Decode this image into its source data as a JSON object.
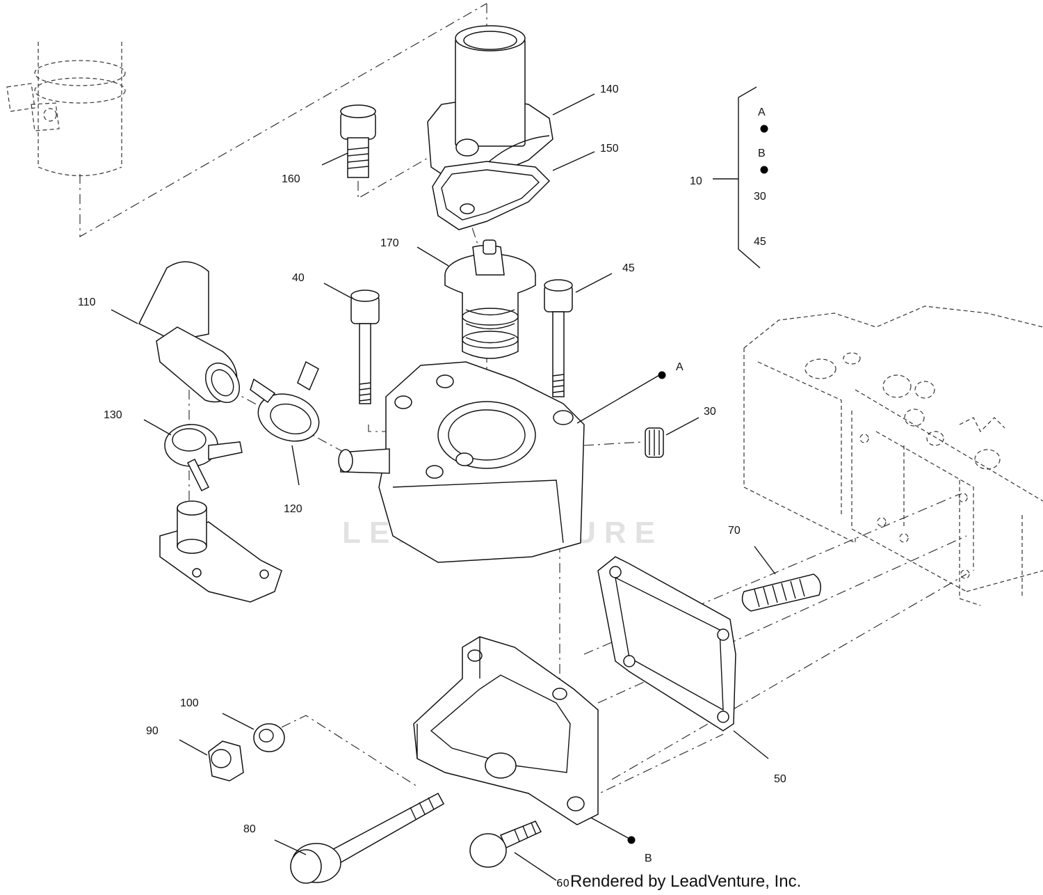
{
  "watermark": "LEADVENTURE",
  "footer": {
    "page_number": "60",
    "credit": "Rendered by LeadVenture, Inc."
  },
  "legend": {
    "label": "10",
    "items": [
      {
        "text": "A",
        "has_dot": true
      },
      {
        "text": "B",
        "has_dot": true
      },
      {
        "text": "30",
        "has_dot": false
      },
      {
        "text": "45",
        "has_dot": false
      }
    ]
  },
  "callouts": {
    "c140": "140",
    "c150": "150",
    "c160": "160",
    "c170": "170",
    "c40": "40",
    "c45": "45",
    "c110": "110",
    "c130": "130",
    "c120": "120",
    "cA": "A",
    "c30": "30",
    "c70": "70",
    "c100": "100",
    "c90": "90",
    "c80": "80",
    "c50": "50",
    "cB": "B"
  },
  "colors": {
    "line": "#111111",
    "watermark": "#e2e2e2",
    "background": "#ffffff"
  }
}
